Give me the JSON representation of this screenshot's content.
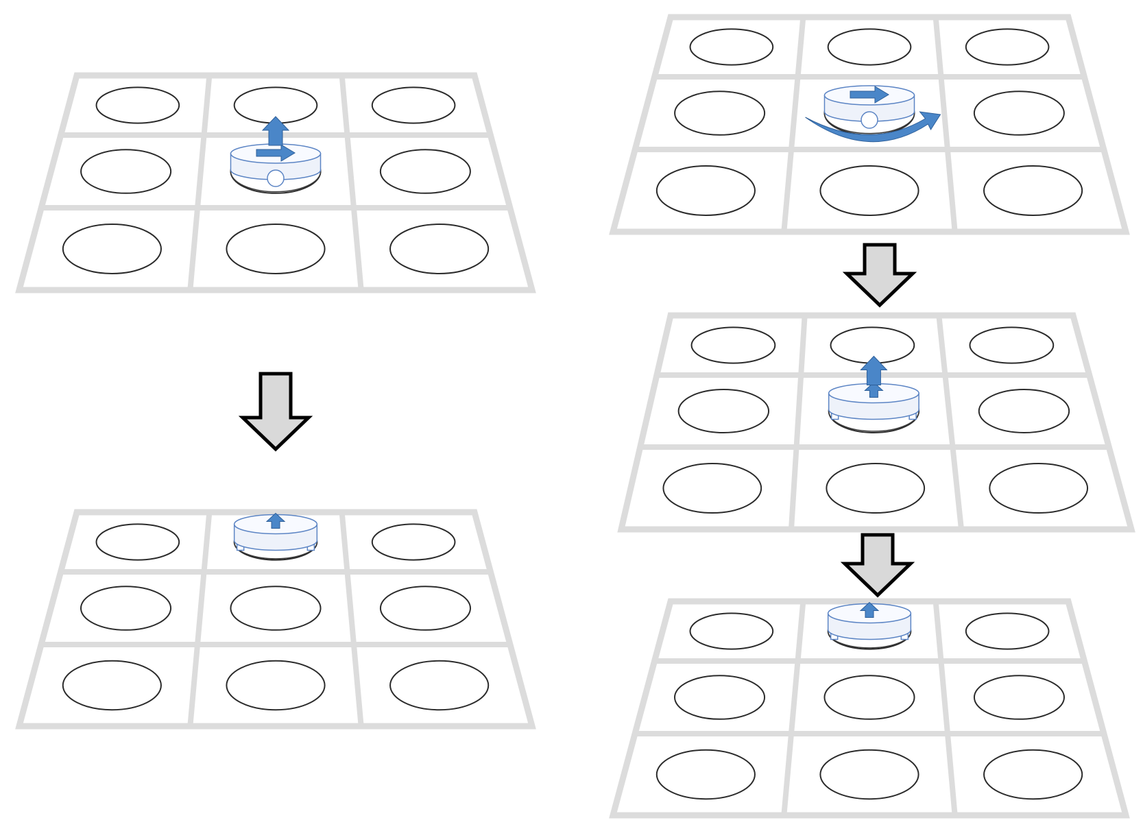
{
  "diagram": {
    "description_text": [],
    "colors": {
      "grid": "#dcdcdc",
      "cell_outline": "#2b2b2b",
      "robot_arrow": "#4a86c8",
      "robot_outline": "#5b84c4",
      "flow_arrow_fill": "#d9d9d9",
      "flow_arrow_stroke": "#000000"
    },
    "sequences": [
      {
        "name": "left-sequence",
        "panels": [
          {
            "robot_cell": [
              1,
              1
            ],
            "robot_state": "moving",
            "heading": "right",
            "motion": "up"
          },
          {
            "robot_cell": [
              0,
              1
            ],
            "robot_state": "lifted",
            "heading": "up"
          }
        ]
      },
      {
        "name": "right-sequence",
        "panels": [
          {
            "robot_cell": [
              1,
              1
            ],
            "robot_state": "rotating",
            "heading": "right",
            "motion": "rotate"
          },
          {
            "robot_cell": [
              1,
              1
            ],
            "robot_state": "lifted",
            "heading": "up",
            "motion": "up"
          },
          {
            "robot_cell": [
              0,
              1
            ],
            "robot_state": "lifted",
            "heading": "up"
          }
        ]
      }
    ],
    "grid_size": [
      3,
      3
    ]
  }
}
